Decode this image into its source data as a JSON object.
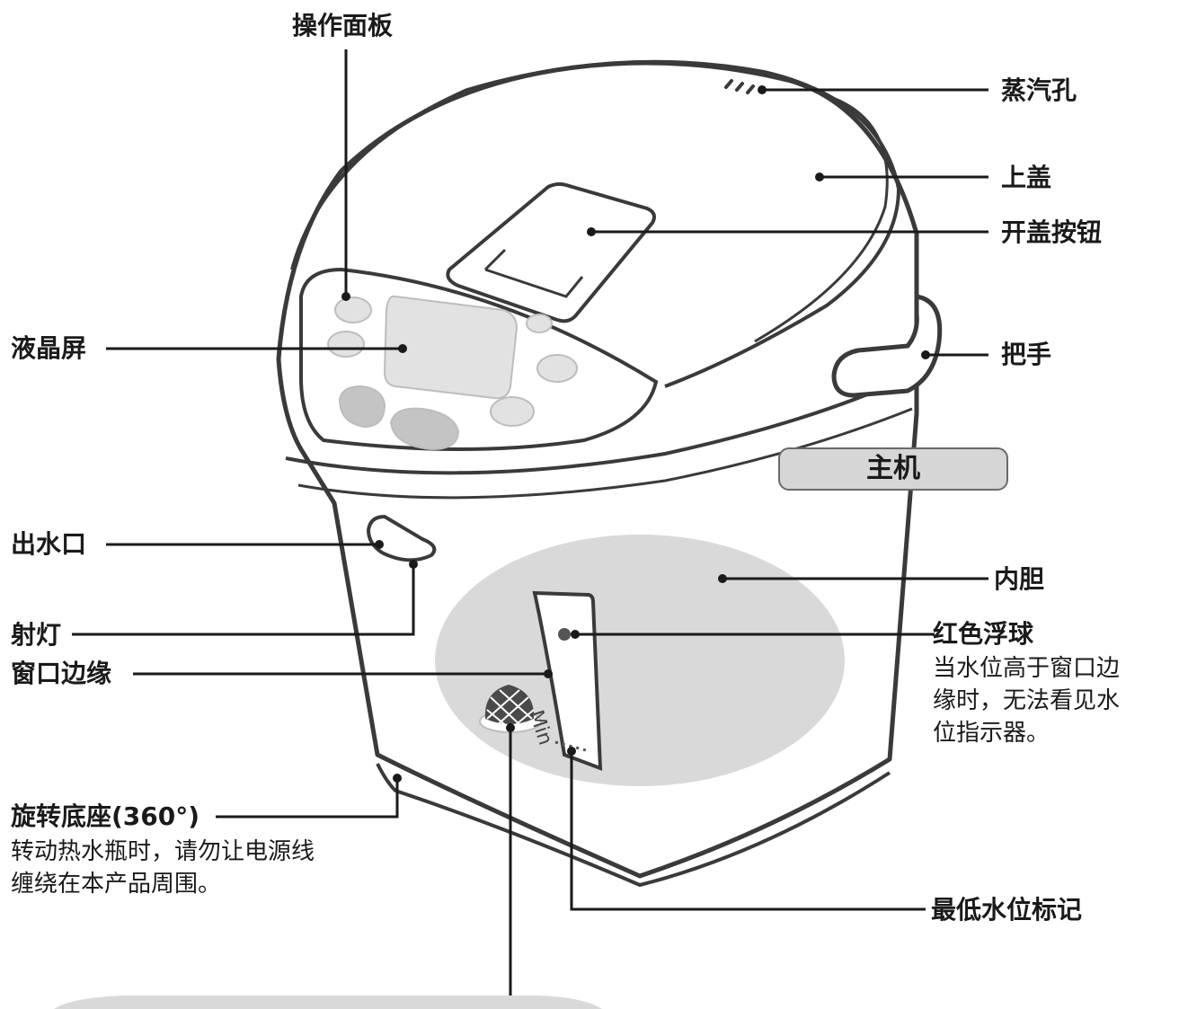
{
  "labels": {
    "control_panel": "操作面板",
    "steam_vent": "蒸汽孔",
    "top_lid": "上盖",
    "lid_open_button": "开盖按钮",
    "lcd_screen": "液晶屏",
    "handle": "把手",
    "main_unit": "主机",
    "spout": "出水口",
    "inner_pot": "内胆",
    "spotlight": "射灯",
    "window_edge": "窗口边缘",
    "red_float": "红色浮球",
    "rotating_base": "旋转底座(360°)",
    "min_water_mark": "最低水位标记",
    "min_text": "Min"
  },
  "notes": {
    "red_float": [
      "当水位高于窗口边",
      "缘时，无法看见水",
      "位指示器。"
    ],
    "rotating_base": [
      "转动热水瓶时，请勿让电源线",
      "缠绕在本产品周围。"
    ]
  },
  "colors": {
    "outline": "#3a3a3a",
    "inner_pot_fill": "#d9d9d9",
    "panel_button_fill": "#e2e2e2",
    "badge_fill": "#d6d6d6"
  }
}
